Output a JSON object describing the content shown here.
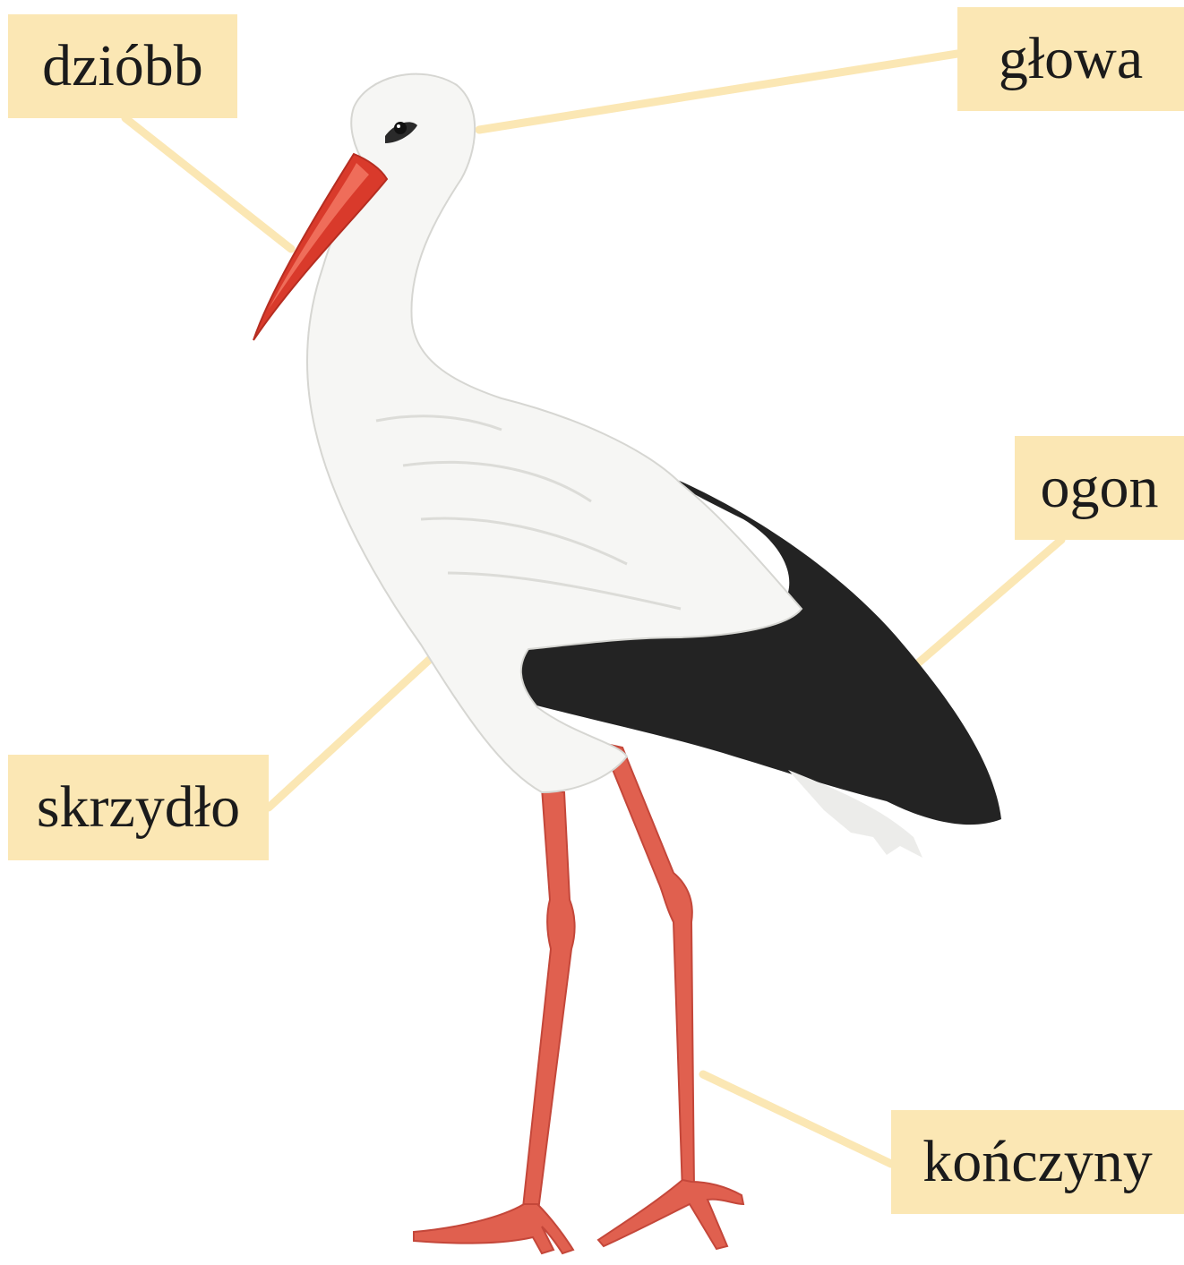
{
  "labels": {
    "beak": "dzióbb",
    "head": "głowa",
    "tail": "ogon",
    "wing": "skrzydło",
    "legs": "kończyny"
  },
  "colors": {
    "label_background": "#fbe7b4",
    "leader_line": "#fbe7b4",
    "beak": "#d93a2b",
    "legs": "#e0604f",
    "black_feathers": "#222222",
    "white_feathers": "#f6f6f4"
  }
}
